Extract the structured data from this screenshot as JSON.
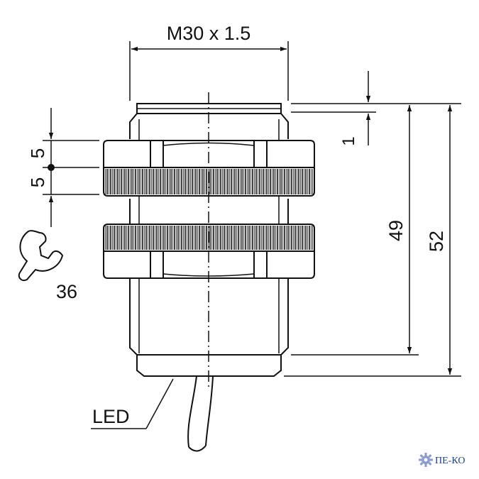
{
  "drawing": {
    "thread_label": "M30 x 1.5",
    "dim_nut_upper": "5",
    "dim_nut_lower": "5",
    "wrench_size": "36",
    "dim_face_offset": "1",
    "dim_body_length": "49",
    "dim_total_length": "52",
    "led_label": "LED"
  },
  "watermark": {
    "text": "ПЕ-КО",
    "gear_icon": "gear-icon"
  },
  "colors": {
    "line": "#111111",
    "logo_gear": "#8a9bd1",
    "logo_text": "#1d3f8f"
  }
}
